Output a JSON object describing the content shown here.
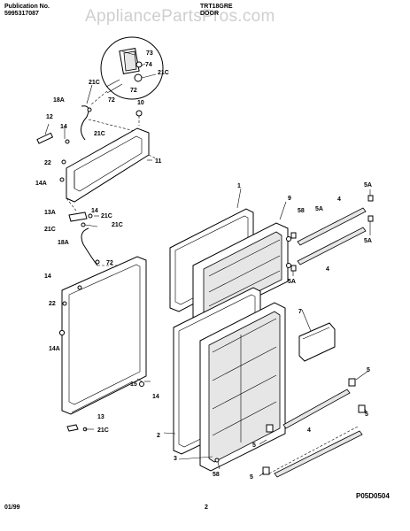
{
  "header": {
    "publication_label": "Publication No.",
    "publication_no": "5995317087",
    "model": "TRT18GRE",
    "section": "DOOR"
  },
  "watermark": "AppliancePartsPros.com",
  "footer": {
    "date": "01/99",
    "page": "2",
    "drawing_id": "P05D0504"
  },
  "callouts": {
    "c73": "73",
    "c74": "74",
    "c72a": "72",
    "c21c_tr": "21C",
    "c21c_tl": "21C",
    "c72b": "72",
    "c10": "10",
    "c18a_top": "18A",
    "c12": "12",
    "c14_top": "14",
    "c21c_mid": "21C",
    "c22_top": "22",
    "c14a_top": "14A",
    "c11": "11",
    "c13a": "13A",
    "c14_m": "14",
    "c21c_m1": "21C",
    "c21c_m2": "21C",
    "c18a_low": "18A",
    "c21c_m3": "21C",
    "c72c": "72",
    "c14_low": "14",
    "c22_low": "22",
    "c14a_low": "14A",
    "c14_b": "14",
    "c15": "15",
    "c13": "13",
    "c21c_bot": "21C",
    "c1": "1",
    "c9": "9",
    "c58a": "58",
    "c5a_r1": "5A",
    "c4_r1": "4",
    "c5a_m": "5A",
    "c5a_r2": "5A",
    "c4_r2": "4",
    "c5a_bl": "5A",
    "c7": "7",
    "c5_r1": "5",
    "c2": "2",
    "c5_r2": "5",
    "c3": "3",
    "c5_l1": "5",
    "c4_b": "4",
    "c58b": "58",
    "c5_l2": "5"
  }
}
